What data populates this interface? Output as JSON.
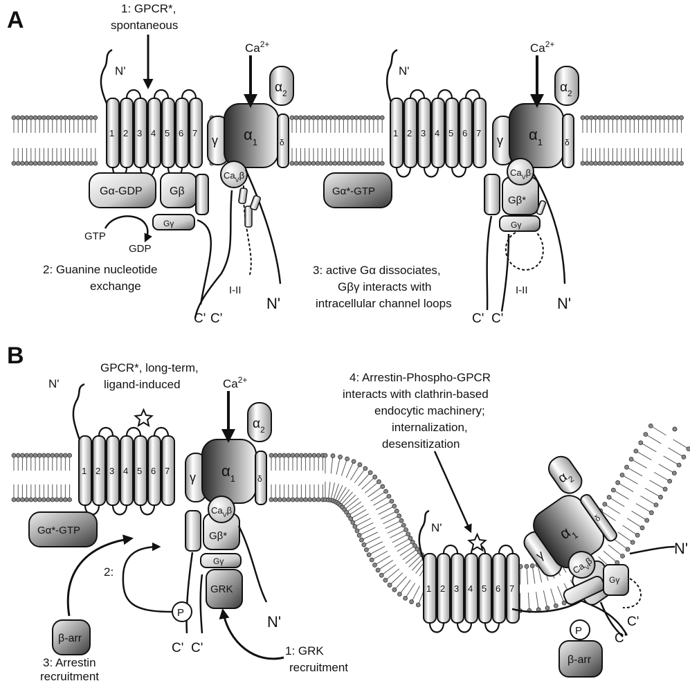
{
  "panels": {
    "a": {
      "label": "A",
      "step1": [
        "1: GPCR*,",
        "spontaneous"
      ],
      "ca_ion": "Ca",
      "ca_charge": "2+",
      "n_term": "N'",
      "tm_numbers": [
        "1",
        "2",
        "3",
        "4",
        "5",
        "6",
        "7"
      ],
      "g_alpha_gdp": "Gα-GDP",
      "g_beta": "Gβ",
      "g_gamma": "Gγ",
      "gtp": "GTP",
      "gdp": "GDP",
      "step2": [
        "2: Guanine nucleotide",
        "exchange"
      ],
      "c_term": "C'",
      "channel_alpha1": "α",
      "channel_alpha1_sub": "1",
      "channel_alpha2": "α",
      "channel_alpha2_sub": "2",
      "channel_gamma": "γ",
      "channel_delta": "δ",
      "cav_beta_main": "Ca",
      "cav_beta_sub": "V",
      "cav_beta_end": "β",
      "loop_label": "I-II",
      "channel_n_term": "N'",
      "g_alpha_gtp": "Gα*-GTP",
      "g_beta_active": "Gβ*",
      "step3": [
        "3: active Gα dissociates,",
        "Gβγ interacts with",
        "intracellular channel loops"
      ]
    },
    "b": {
      "label": "B",
      "gpcr_long_term": [
        "GPCR*, long-term,",
        "ligand-induced"
      ],
      "step4": [
        "4: Arrestin-Phospho-GPCR",
        "interacts with clathrin-based",
        "endocytic machinery;",
        "internalization,",
        "desensitization"
      ],
      "g_alpha_gtp": "Gα*-GTP",
      "step2": "2:",
      "phospho": "P",
      "grk": "GRK",
      "beta_arr": "β-arr",
      "step3": [
        "3: Arrestin",
        "recruitment"
      ],
      "step1": [
        "1: GRK",
        "recruitment"
      ],
      "n_term": "N'",
      "c_term": "C'"
    }
  }
}
